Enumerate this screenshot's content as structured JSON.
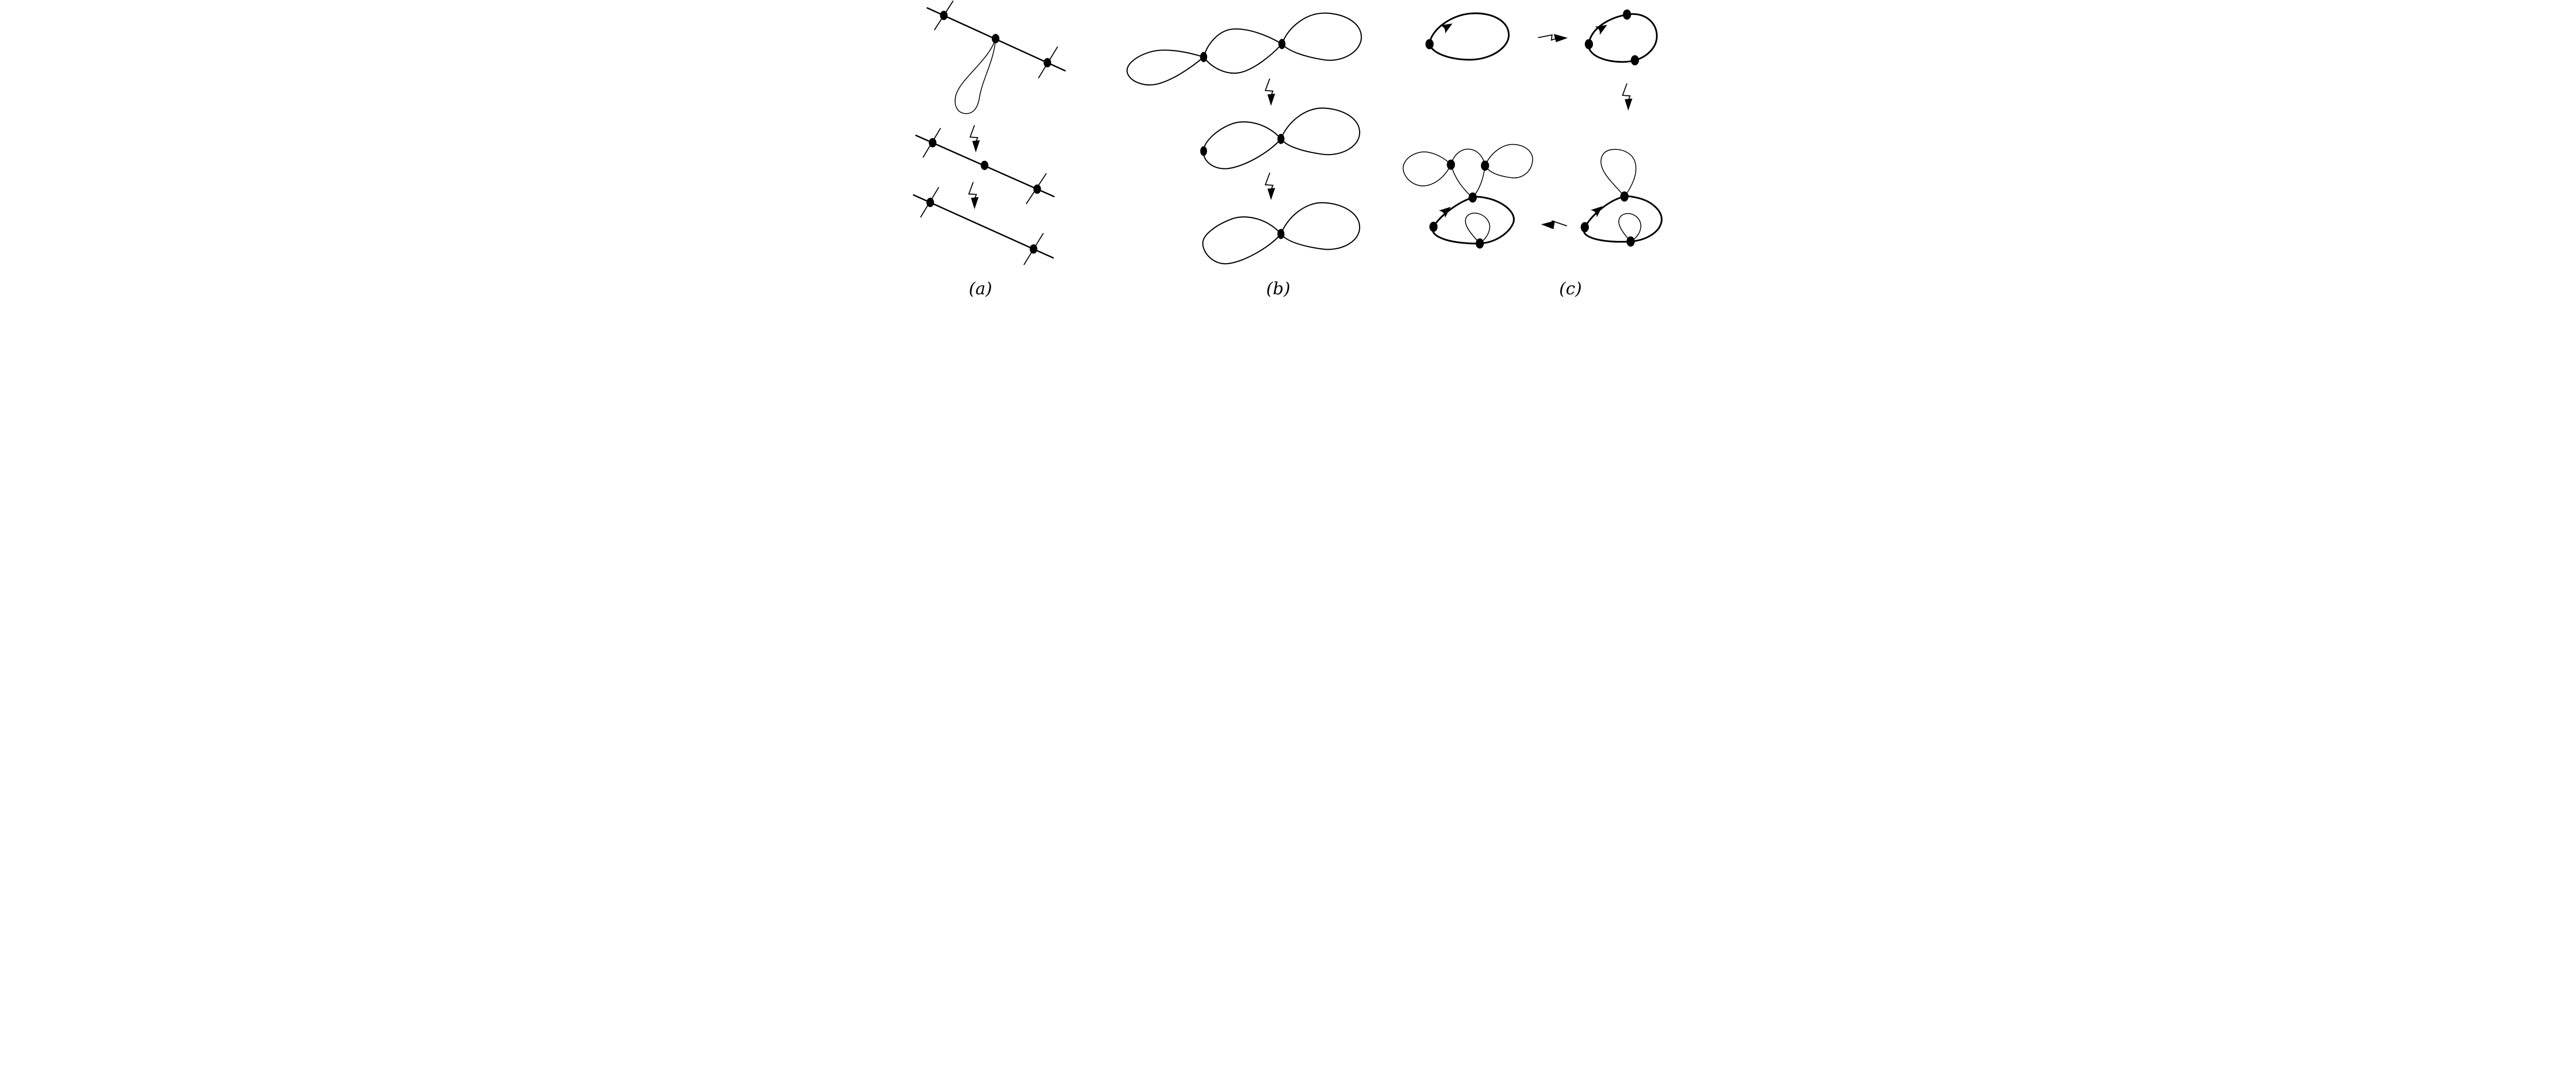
{
  "figure": {
    "type": "mathematical-diagram",
    "background_color": "#ffffff",
    "ink_color": "#000000",
    "description": "Three panels showing graph/curve degenerations indicated by lightning-bolt arrows"
  },
  "panels": [
    {
      "id": "a",
      "label": "(a)",
      "description": "A transversal line through three vertices, the middle vertex carrying a hanging teardrop loop; two lightning arrows degenerate it first to a line with three vertices and then to a line with two vertices"
    },
    {
      "id": "b",
      "label": "(b)",
      "description": "A chain of loops: small loop, central bigon and large loop with two vertices; lightning arrows contract it to a figure-eight with an extra vertex and then to a plain figure-eight with one vertex"
    },
    {
      "id": "c",
      "label": "(c)",
      "description": "An oriented loop with one vertex maps to an oriented loop with three vertices; a lightning arrow leads to two mouse-shaped oriented graphs with inner loops, ears and balloons, connected by a left lightning arrow"
    }
  ],
  "icons": {
    "down_bolt": "lightning-arrow-down-icon",
    "right_bolt": "lightning-arrow-right-icon",
    "left_bolt": "lightning-arrow-left-icon",
    "orientation_arrow": "curve-direction-arrowhead-icon"
  }
}
